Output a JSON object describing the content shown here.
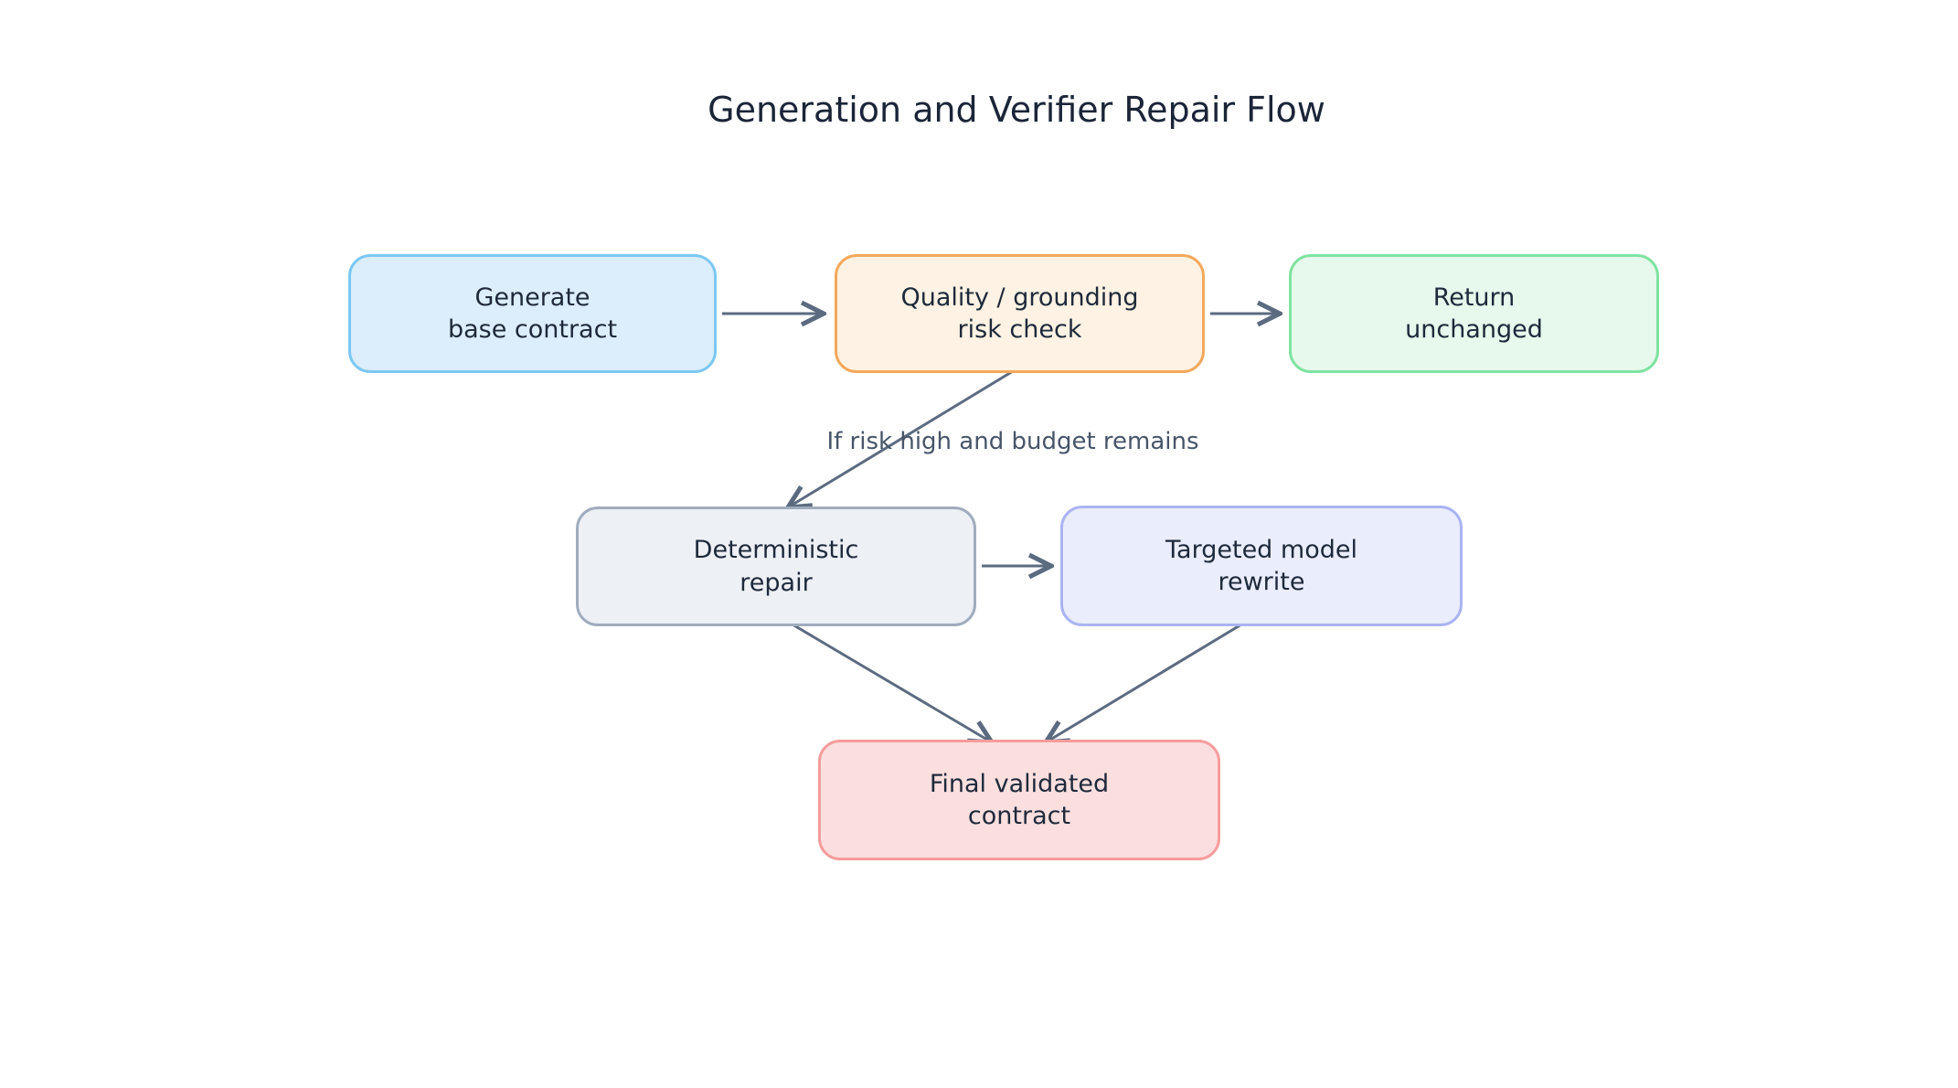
{
  "title": "Generation and Verifier Repair Flow",
  "diagram": {
    "background_color": "#ffffff",
    "title_color": "#1b2538",
    "node_text_color": "#1e293b",
    "edge_label_color": "#475569",
    "arrow_color": "#5b6b80",
    "nodes": [
      {
        "id": "generate",
        "label": "Generate\nbase contract",
        "fill": "#dceefb",
        "border": "#7cc8f2"
      },
      {
        "id": "quality",
        "label": "Quality / grounding\nrisk check",
        "fill": "#fdf2e3",
        "border": "#f3a95a"
      },
      {
        "id": "return",
        "label": "Return\nunchanged",
        "fill": "#e6f9ec",
        "border": "#7fe3a1"
      },
      {
        "id": "deterministic",
        "label": "Deterministic\nrepair",
        "fill": "#edf0f5",
        "border": "#9facbd"
      },
      {
        "id": "targeted",
        "label": "Targeted model\nrewrite",
        "fill": "#eaedfc",
        "border": "#aab4f2"
      },
      {
        "id": "final",
        "label": "Final validated\ncontract",
        "fill": "#fbdfdf",
        "border": "#f59c9c"
      }
    ],
    "edges": [
      {
        "from": "generate",
        "to": "quality",
        "label": ""
      },
      {
        "from": "quality",
        "to": "return",
        "label": ""
      },
      {
        "from": "quality",
        "to": "deterministic",
        "label": "If risk high and budget remains"
      },
      {
        "from": "deterministic",
        "to": "targeted",
        "label": ""
      },
      {
        "from": "deterministic",
        "to": "final",
        "label": ""
      },
      {
        "from": "targeted",
        "to": "final",
        "label": ""
      }
    ]
  }
}
